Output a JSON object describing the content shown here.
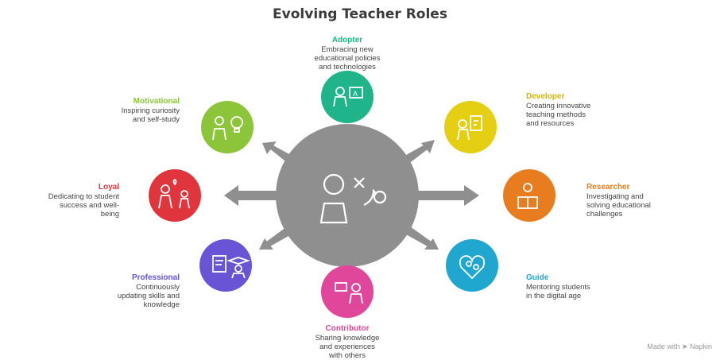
{
  "title": "Evolving Teacher Roles",
  "colors": {
    "hub": "#8f8f8f",
    "adopter": "#1fb48a",
    "developer": "#e5cf12",
    "researcher": "#e77d1f",
    "guide": "#1fa7cf",
    "contributor": "#e0479a",
    "professional": "#6a54d6",
    "loyal": "#e0353d",
    "motivational": "#8cc43a"
  },
  "roles": {
    "adopter": {
      "name": "Adopter",
      "desc": [
        "Embracing new",
        "educational policies",
        "and technologies"
      ]
    },
    "developer": {
      "name": "Developer",
      "desc": [
        "Creating innovative",
        "teaching methods",
        "and resources"
      ]
    },
    "researcher": {
      "name": "Researcher",
      "desc": [
        "Investigating and",
        "solving educational",
        "challenges"
      ]
    },
    "guide": {
      "name": "Guide",
      "desc": [
        "Mentoring students",
        "in the digital age"
      ]
    },
    "contributor": {
      "name": "Contributor",
      "desc": [
        "Sharing knowledge",
        "and experiences",
        "with others"
      ]
    },
    "professional": {
      "name": "Professional",
      "desc": [
        "Continuously",
        "updating skills and",
        "knowledge"
      ]
    },
    "loyal": {
      "name": "Loyal",
      "desc": [
        "Dedicating to student",
        "success and well-",
        "being"
      ]
    },
    "motivational": {
      "name": "Motivational",
      "desc": [
        "Inspiring curiosity",
        "and self-study"
      ]
    }
  },
  "footer": "Made with ➤ Napkin"
}
